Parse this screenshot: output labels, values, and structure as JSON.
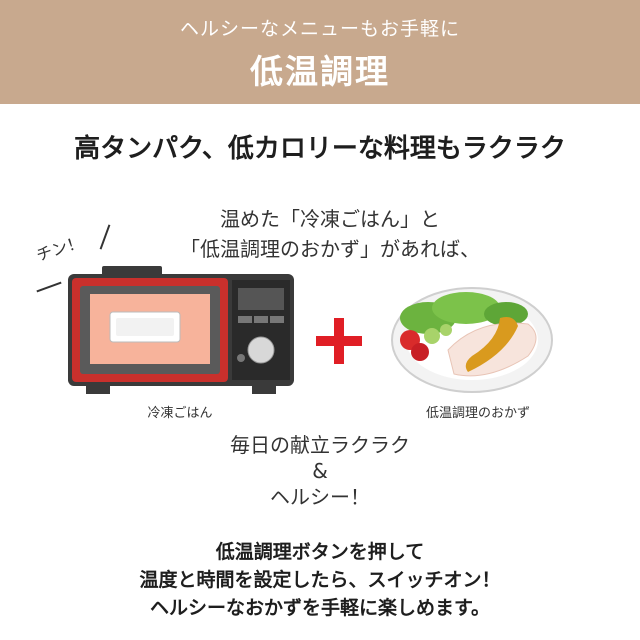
{
  "header": {
    "subtitle": "ヘルシーなメニューもお手軽に",
    "title": "低温調理"
  },
  "headline": "高タンパク、低カロリーな料理もラクラク",
  "intro": {
    "line1": "温めた「冷凍ごはん」と",
    "line2": "「低温調理のおかず」があれば、"
  },
  "sound_effect": "チン！",
  "left_caption": "冷凍ごはん",
  "right_caption": "低温調理のおかず",
  "middle": {
    "line1": "毎日の献立ラクラク",
    "line2": "&",
    "line3": "ヘルシー！"
  },
  "bottom": {
    "line1": "低温調理ボタンを押して",
    "line2": "温度と時間を設定したら、スイッチオン！",
    "line3": "ヘルシーなおかずを手軽に楽しめます。"
  },
  "colors": {
    "header_bg": "#c8a98e",
    "oven_red": "#c9302c",
    "plus_red": "#e01e25"
  },
  "icons": {
    "oven": "toaster-oven-illustration",
    "plus": "plus-icon",
    "dish": "salad-plate-illustration"
  }
}
